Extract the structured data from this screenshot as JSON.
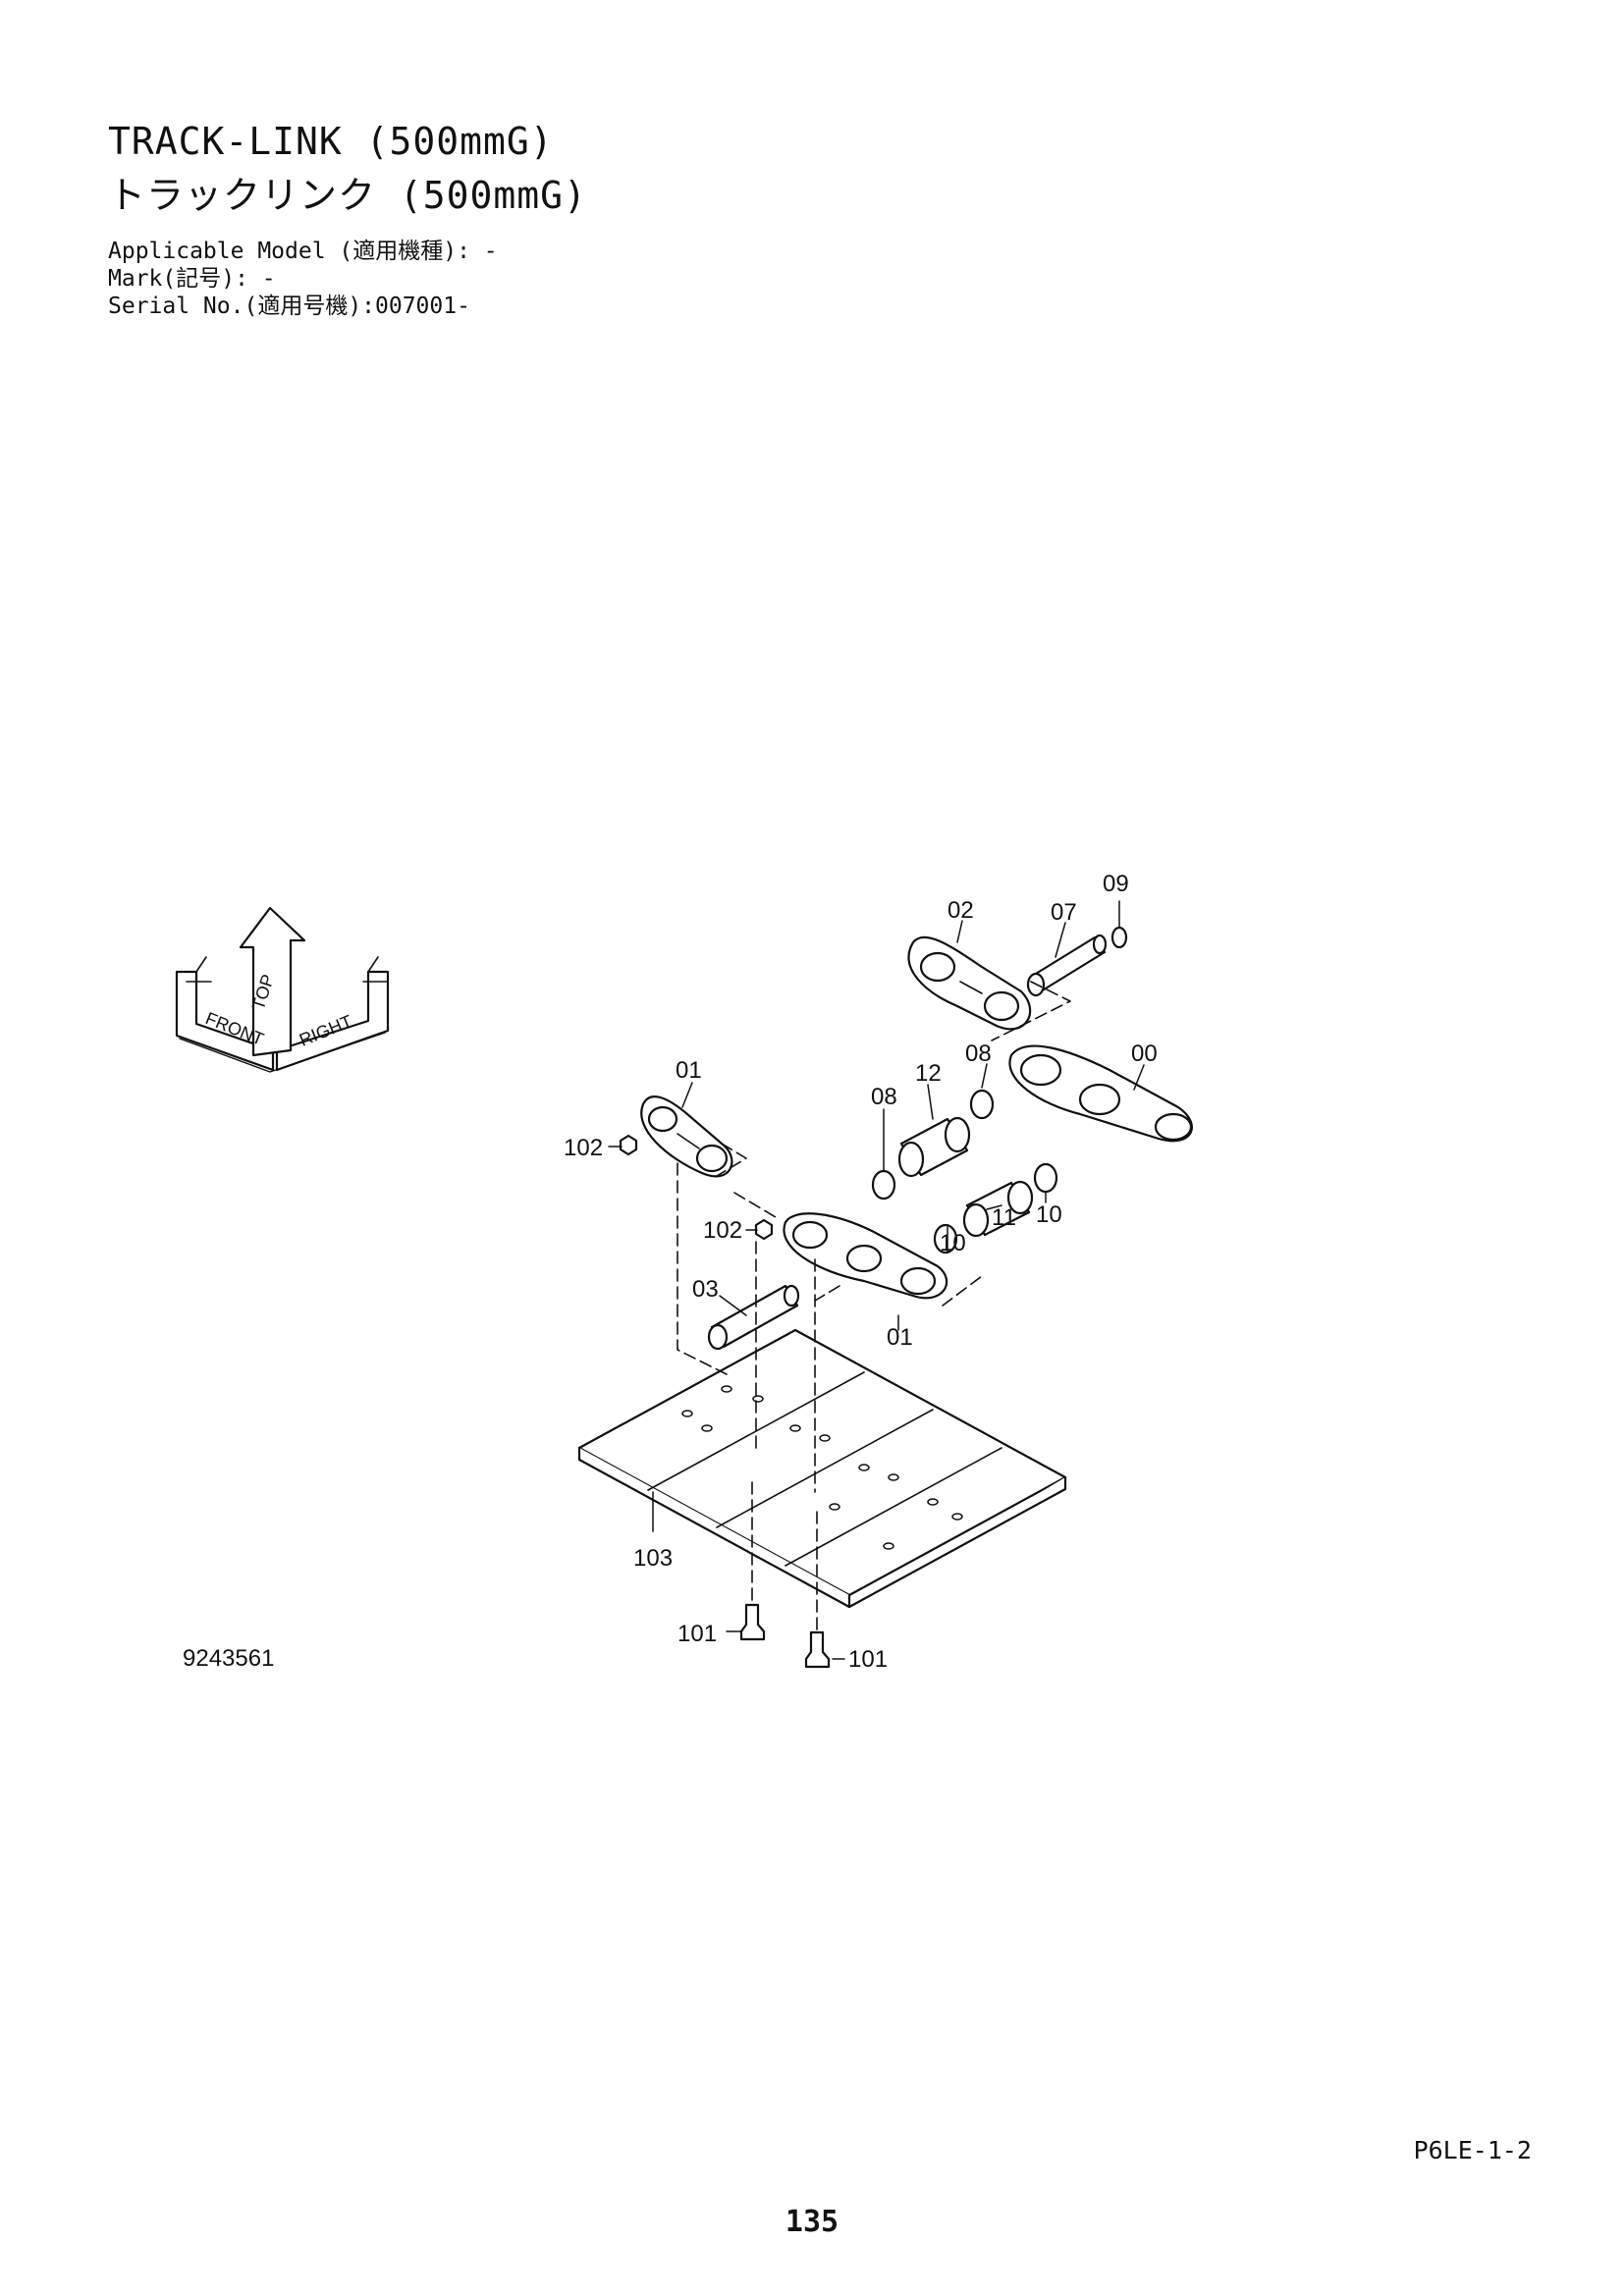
{
  "header": {
    "title_en": "TRACK-LINK (500mmG)",
    "title_ja": "トラックリンク (500mmG)",
    "applicable_model": "Applicable Model (適用機種): -",
    "mark": "Mark(記号): -",
    "serial_no": "Serial No.(適用号機):007001-"
  },
  "diagram": {
    "drawing_number": "9243561",
    "orientation": {
      "front": "FRONT",
      "top": "TOP",
      "right": "RIGHT"
    },
    "callouts": {
      "c00": "00",
      "c01a": "01",
      "c01b": "01",
      "c02": "02",
      "c03": "03",
      "c07": "07",
      "c08a": "08",
      "c08b": "08",
      "c09": "09",
      "c10a": "10",
      "c10b": "10",
      "c11": "11",
      "c12": "12",
      "c101a": "101",
      "c101b": "101",
      "c102a": "102",
      "c102b": "102",
      "c103": "103"
    }
  },
  "footer": {
    "page_code": "P6LE-1-2",
    "page_number": "135"
  }
}
